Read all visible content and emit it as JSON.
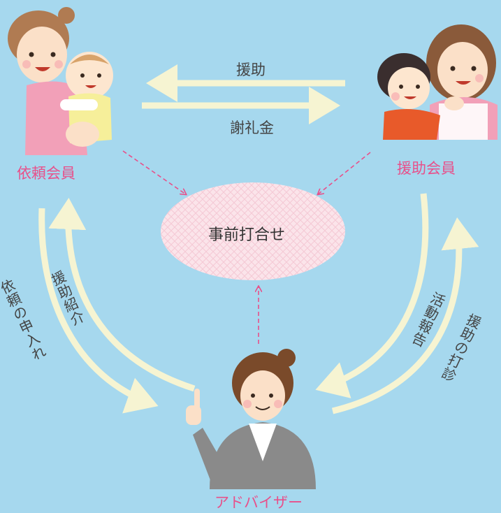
{
  "title": "",
  "colors": {
    "background": "#a6d8ee",
    "arrow": "#f6f4d2",
    "dashed_arrow": "#e8508a",
    "role_label": "#e8508a",
    "meeting_fill": "#fbe4ea"
  },
  "nodes": {
    "requester": {
      "label": "依頼会員",
      "icon": "mother-with-baby-icon"
    },
    "helper": {
      "label": "援助会員",
      "icon": "mother-with-child-icon"
    },
    "advisor": {
      "label": "アドバイザー",
      "icon": "advisor-pointing-icon"
    },
    "meeting": {
      "label": "事前打合せ"
    }
  },
  "flows": {
    "support": "援助",
    "honorarium": "謝礼金",
    "request_application": "依頼の申入れ",
    "support_introduction": "援助紹介",
    "activity_report": "活動報告",
    "support_inquiry": "援助の打診"
  }
}
